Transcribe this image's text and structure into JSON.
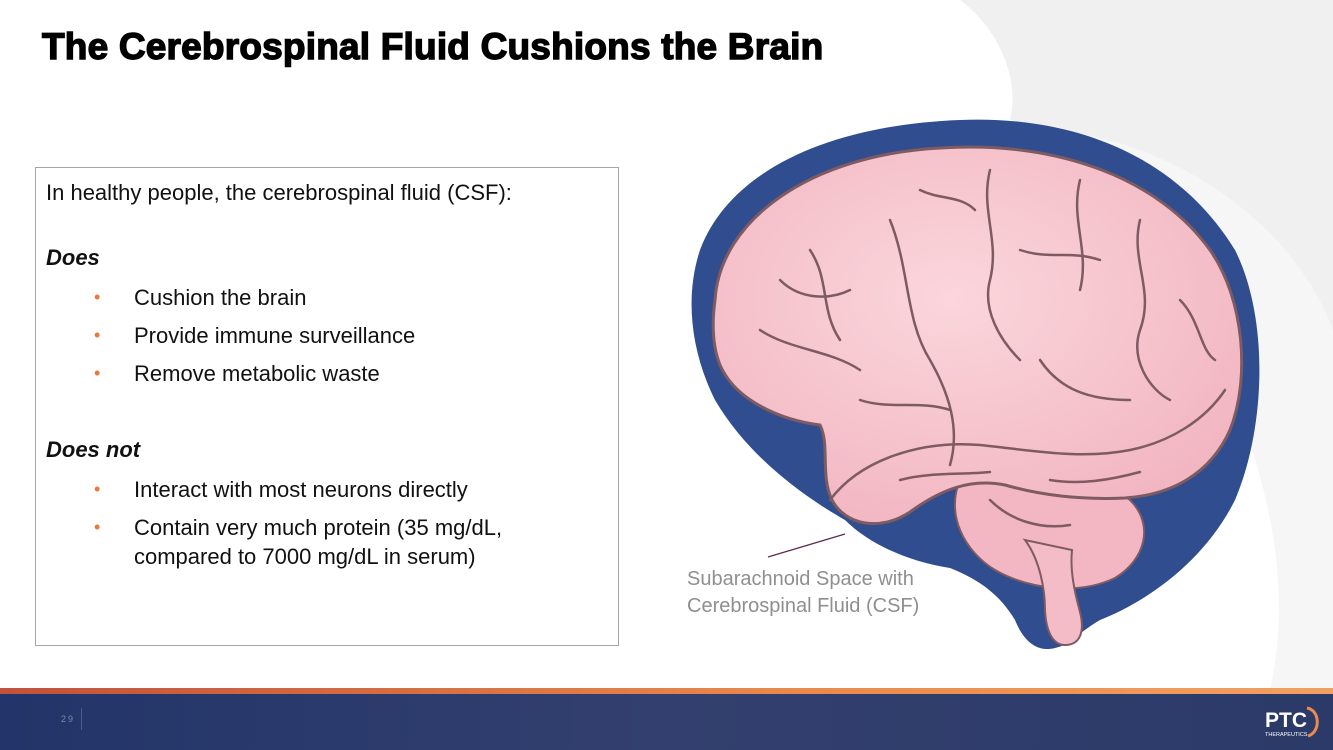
{
  "slide": {
    "title": "The Cerebrospinal Fluid Cushions the Brain",
    "page_number": "29"
  },
  "textbox": {
    "intro": "In healthy people, the cerebrospinal fluid (CSF):",
    "does_heading": "Does",
    "does_items": [
      "Cushion the brain",
      "Provide immune surveillance",
      "Remove metabolic waste"
    ],
    "does_not_heading": "Does not",
    "does_not_items": [
      "Interact with most neurons directly",
      "Contain very much protein (35 mg/dL, compared to 7000 mg/dL in serum)"
    ],
    "bullet_glyph": "•"
  },
  "figure": {
    "label": "Subarachnoid Space with Cerebrospinal Fluid (CSF)"
  },
  "logo": {
    "text": "PTC",
    "subtext": "THERAPEUTICS"
  },
  "colors": {
    "bullet": "#e8793a",
    "csf_blue": "#2f4d8f",
    "brain_pink": "#f7c6cf",
    "footer_navy": "#27376a",
    "footer_accent": "#ea8a4c"
  }
}
